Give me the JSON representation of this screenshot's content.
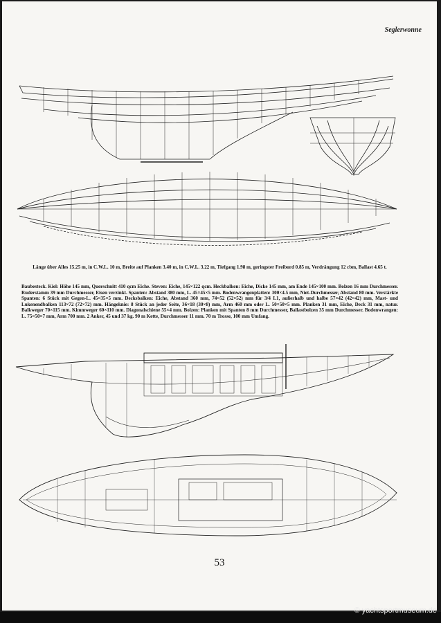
{
  "header": {
    "title": "Seglerwonne"
  },
  "specs": {
    "dimensions": "Länge über Alles 15.25 m, in C.W.L. 10 m, Breite auf Planken 3.40 m, in C.W.L. 3.22 m, Tiefgang 1.98 m, geringster Freibord 0.85 m, Verdrängung 12 cbm, Ballast 4.65 t.",
    "construction": "Baubesteck. Kiel: Höhe 145 mm, Querschnitt 410 qcm Eiche. Steven: Eiche, 145×122 qcm. Heckbalken: Eiche, Dicke 145 mm, am Ende 145×100 mm. Bolzen 16 mm Durchmesser. Ruderstamm 39 mm Durchmesser, Eisen verzinkt. Spanten: Abstand 380 mm, L. 45×45×5 mm. Bodenwrangenplatten: 300×4.5 mm, Niet-Durchmesser, Abstand 80 mm. Verstärkte Spanten: 6 Stück mit Gegen-L. 45×35×5 mm. Decksbalken: Eiche, Abstand 360 mm, 74×52 (52×52) mm für 3/4 L1, außerhalb und halbe 57×42 (42×42) mm, Mast- und Lukenendbalken 113×72 (72×72) mm. Hängeknie: 8 Stück an jeder Seite, 36×18 (30×8) mm, Arm 460 mm oder L. 50×50×5 mm. Planken 31 mm, Eiche, Deck 31 mm, natur. Balkweger 70×115 mm. Kimmweger 60×110 mm. Diagonalschiene 55×4 mm. Bolzen: Planken mit Spanten 8 mm Durchmesser, Ballastbolzen 35 mm Durchmesser. Bodenwrangen: L. 75×50×7 mm, Arm 700 mm. 2 Anker, 45 und 37 kg. 90 m Kette, Durchmesser 11 mm. 70 m Trosse, 100 mm Umfang."
  },
  "page_number": "53",
  "watermark": "© yachtsportmuseum.de"
}
